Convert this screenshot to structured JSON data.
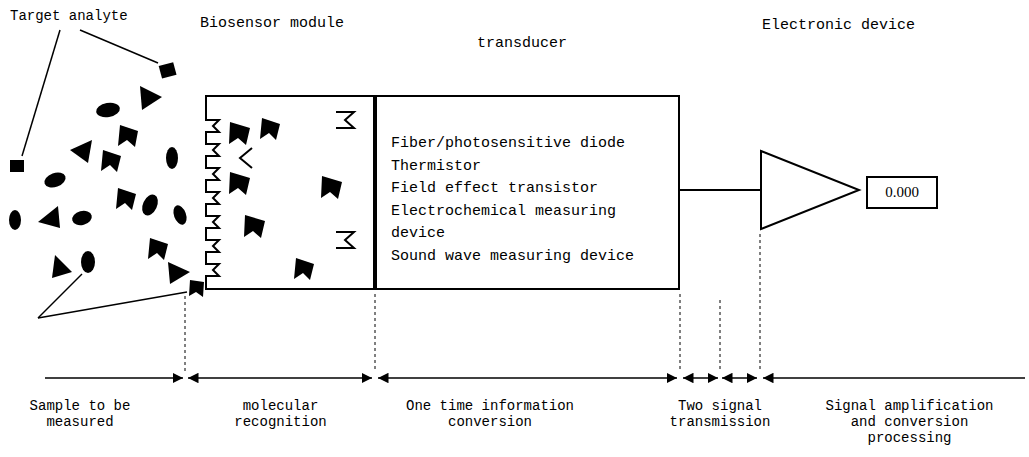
{
  "diagram": {
    "nodes": [
      {
        "text": [
          "Biosensor module"
        ]
      },
      {
        "text": [
          "transducer",
          "Fiber/photosensitive diode",
          "Thermistor",
          "Field effect transistor",
          "Electrochemical measuring device",
          "Sound wave measuring device"
        ]
      },
      {
        "text": [
          "Electronic device"
        ]
      },
      {
        "text": [
          "0.000"
        ]
      }
    ],
    "edges": [
      {
        "from": 1,
        "to": 2,
        "arrow": "none"
      }
    ],
    "labels": [
      "Target analyte",
      "Sample to be measured",
      "molecular recognition",
      "One time information conversion",
      "Two signal transmission",
      "Signal amplification and conversion processing"
    ]
  }
}
